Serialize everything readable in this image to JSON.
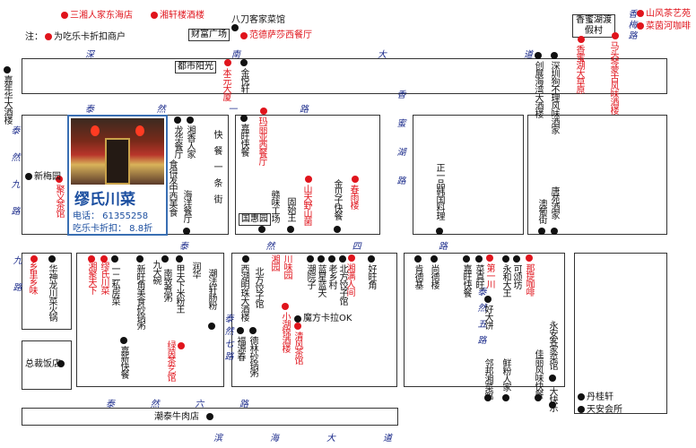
{
  "header": {
    "note": "注：",
    "legend": "为吃乐卡折扣商户",
    "top_shops": [
      "三湘人家东海店",
      "湘轩楼酒楼"
    ]
  },
  "roads": {
    "shennan_top": [
      "深",
      "南",
      "大",
      "道"
    ],
    "taiyun_1": [
      "泰",
      "然",
      "一",
      "路"
    ],
    "taiyun_4": [
      "泰",
      "然",
      "四",
      "路"
    ],
    "taiyun_6": [
      "泰",
      "然",
      "六",
      "路"
    ],
    "binhai": [
      "滨",
      "海",
      "大",
      "道"
    ],
    "tairan_left": "泰然九路",
    "tairan_7": "泰然七路",
    "xiangmi": "香蜜湖路",
    "xiangmi_road_top": "香梅路",
    "kuaican": "快餐一条街",
    "tairan_right": "泰然五路",
    "bridge_left": "九路"
  },
  "callout": {
    "name": "缪氏川菜",
    "phone": "电话：  61355258",
    "discount": "吃乐卡折扣：  8.8折"
  },
  "boxed": [
    "财富广场",
    "都市阳光",
    "国惠园",
    "香蜜湖渡假村"
  ],
  "red_shops": [
    "八刀客家菜馆",
    "范德萨莎西餐厅",
    "本元大厦",
    "玛丽亚西餐厅",
    "聚义茶馆",
    "山天野山菌",
    "春雨楼",
    "乡里乡味",
    "湘聚天下",
    "缪氏川菜",
    "湘园",
    "川味园",
    "小湖锦酒楼",
    "清风茶馆",
    "湘满人间",
    "第一川",
    "那提咖啡",
    "绿茵茶艺馆",
    "香蜜湖大草原",
    "马头琴蒙古风味酒楼",
    "山风茶艺苑",
    "菜茵河咖啡"
  ],
  "black_shops": [
    "嘉年华大酒楼",
    "金悦轩",
    "龙华餐厅",
    "湘香人家",
    "食得发中西美食",
    "海洋餐厅",
    "嘉旺快餐",
    "新梅园",
    "赣味工场",
    "固始王",
    "金贝子快餐",
    "正一品韩国料理",
    "创展海湾大酒楼",
    "深圳狗不理风味酒家",
    "澳葡街",
    "唐苑酒家",
    "华神龙川菜火锅",
    "一二私房菜",
    "新旺角美食砂锅粥",
    "九大碗",
    "南致煮粥",
    "甲天下米粉王",
    "润华",
    "潮法轩肠粉",
    "西湖明珠大酒楼",
    "北方饺子馆",
    "德林砂锅粥",
    "福源春",
    "潮院子",
    "蓝星蓝天",
    "老乡村",
    "北方饺子馆",
    "好旺角",
    "魔方卡拉OK",
    "肯德基",
    "尚德楼",
    "嘉旺快餐",
    "菜真旺",
    "好大饼",
    "永和大王",
    "可颂坊",
    "永安客家菜馆",
    "佳丽风味快餐",
    "大快乐",
    "邻邦湘菜馆",
    "鲜粉人家",
    "总裁饭店",
    "嘉新快餐",
    "潮泰牛肉店",
    "丹桂轩",
    "天安会所"
  ]
}
